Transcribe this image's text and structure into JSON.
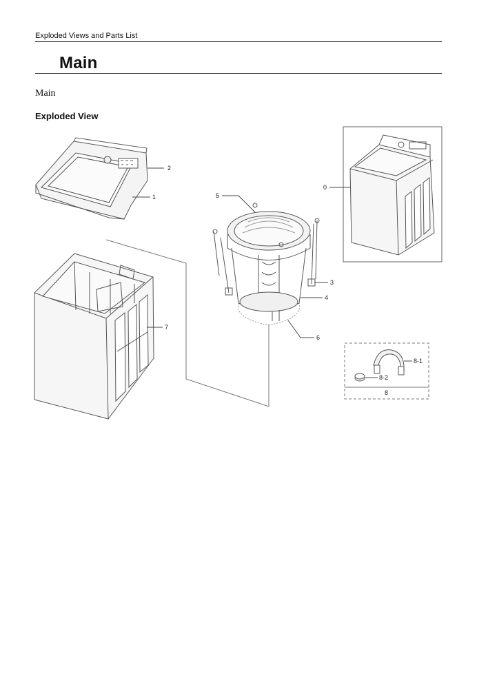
{
  "header": {
    "text": "Exploded Views and Parts List"
  },
  "page_title": "Main",
  "subtitle": "Main",
  "section_title": "Exploded View",
  "callouts": {
    "c0": "0",
    "c1": "1",
    "c2": "2",
    "c3": "3",
    "c4": "4",
    "c5": "5",
    "c6": "6",
    "c7": "7",
    "c8": "8",
    "c8_1": "8-1",
    "c8_2": "8-2"
  }
}
